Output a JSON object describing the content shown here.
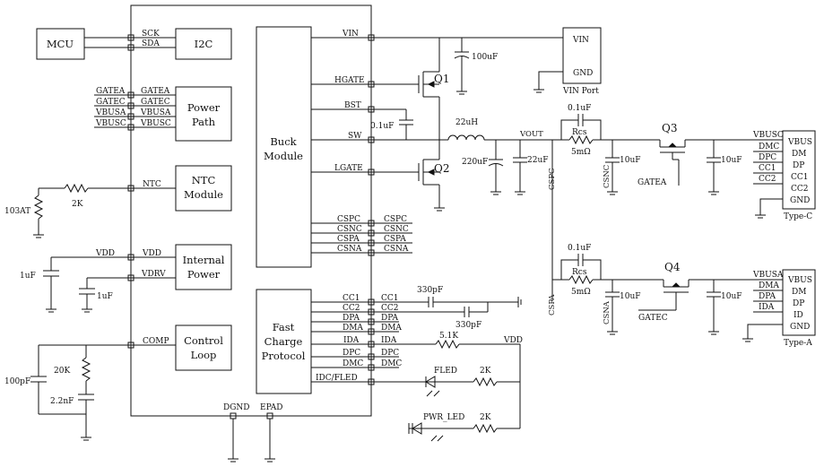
{
  "blocks": {
    "mcu": "MCU",
    "i2c": "I2C",
    "power_path": [
      "Power",
      "Path"
    ],
    "ntc_module": [
      "NTC",
      "Module"
    ],
    "internal_power": [
      "Internal",
      "Power"
    ],
    "control_loop": [
      "Control",
      "Loop"
    ],
    "buck_module": [
      "Buck",
      "Module"
    ],
    "fast_charge": [
      "Fast",
      "Charge",
      "Protocol"
    ],
    "vin_port": {
      "vin": "VIN",
      "gnd": "GND",
      "caption": "VIN Port"
    },
    "typec": {
      "pins": [
        "VBUS",
        "DM",
        "DP",
        "CC1",
        "CC2",
        "GND"
      ],
      "caption": "Type-C"
    },
    "typea": {
      "pins": [
        "VBUS",
        "DM",
        "DP",
        "ID",
        "GND"
      ],
      "caption": "Type-A"
    }
  },
  "chip_left_pins": [
    "SCK",
    "SDA",
    "GATEA",
    "GATEC",
    "VBUSA",
    "VBUSC",
    "NTC",
    "VDD",
    "VDRV",
    "COMP"
  ],
  "chip_right_pins": [
    "VIN",
    "HGATE",
    "BST",
    "SW",
    "LGATE",
    "CSPC",
    "CSNC",
    "CSPA",
    "CSNA",
    "CC1",
    "CC2",
    "DPA",
    "DMA",
    "IDA",
    "DPC",
    "DMC",
    "IDC/FLED"
  ],
  "chip_bottom_pins": [
    "DGND",
    "EPAD"
  ],
  "left_nets": [
    "GATEA",
    "GATEC",
    "VBUSA",
    "VBUSC",
    "VDD"
  ],
  "right_nets": [
    "CSPC",
    "CSNC",
    "CSPA",
    "CSNA",
    "CC1",
    "CC2",
    "DPA",
    "DMA",
    "IDA",
    "DPC",
    "DMC",
    "VDD"
  ],
  "components": {
    "c_vin": "100uF",
    "c_bst": "0.1uF",
    "inductor": "22uH",
    "c_out1": "220uF",
    "c_out2": "22uF",
    "vout": "VOUT",
    "rcs_c_cap": "0.1uF",
    "rcs_c": "Rcs",
    "rcs_c_val": "5mΩ",
    "c_csnc": "10uF",
    "c_vbusc": "10uF",
    "rcs_a_cap": "0.1uF",
    "rcs_a": "Rcs",
    "rcs_a_val": "5mΩ",
    "c_csna": "10uF",
    "c_vbusa": "10uF",
    "ntc": "103AT",
    "r_ntc": "2K",
    "c_vdd": "1uF",
    "c_vdrv": "1uF",
    "c_comp": "100pF",
    "r_comp": "20K",
    "c_comp2": "2.2nF",
    "c_cc1": "330pF",
    "c_cc2": "330pF",
    "r_ida": "5.1K",
    "fled": "FLED",
    "r_fled": "2K",
    "pwr_led": "PWR_LED",
    "r_pwr": "2K"
  },
  "transistors": {
    "q1": "Q1",
    "q2": "Q2",
    "q3": "Q3",
    "q4": "Q4"
  },
  "net_labels": {
    "cspc": "CSPC",
    "csnc": "CSNC",
    "cspa": "CSPA",
    "csna": "CSNA",
    "gatea": "GATEA",
    "gatec": "GATEC",
    "vbusc": "VBUSC",
    "vbusa": "VBUSA",
    "c_nets": [
      "DMC",
      "DPC",
      "CC1",
      "CC2"
    ],
    "a_nets": [
      "DMA",
      "DPA",
      "IDA"
    ],
    "vdd": "VDD"
  }
}
